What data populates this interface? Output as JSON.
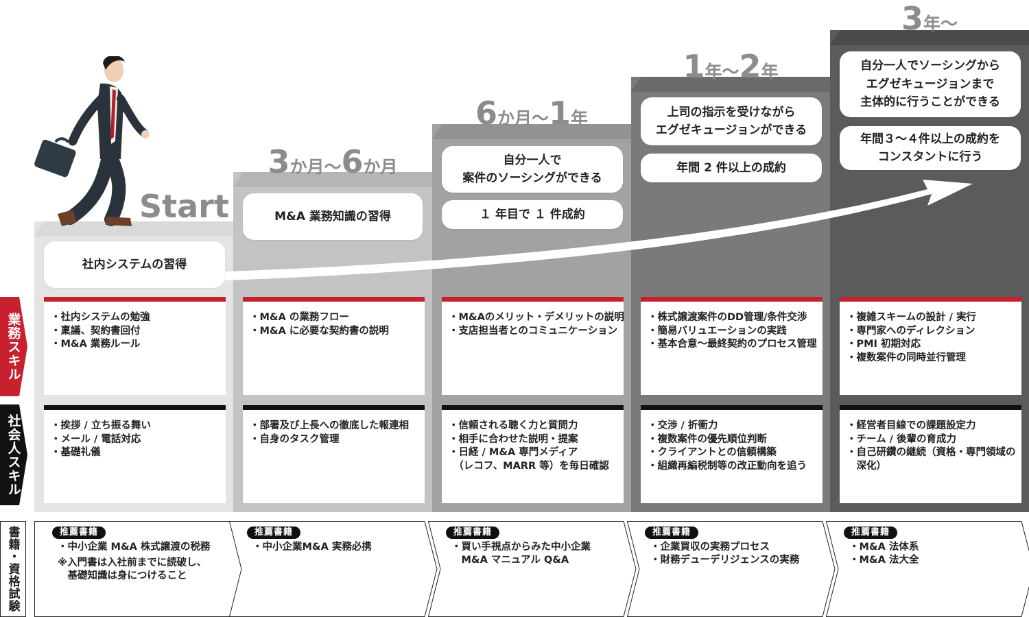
{
  "start_label": "Start",
  "side_labels": {
    "business": "業務スキル",
    "social": "社会人スキル",
    "books": "書籍・資格試験"
  },
  "book_badge": "推薦書籍",
  "steps": [
    {
      "period": {
        "n1": "",
        "u1": "",
        "sep": "",
        "n2": "",
        "u2": ""
      },
      "goals": [
        "社内システムの習得"
      ],
      "business": [
        "・社内システムの勉強",
        "・稟議、契約書回付",
        "・M&A 業務ルール"
      ],
      "social": [
        "・挨拶 / 立ち振る舞い",
        "・メール / 電話対応",
        "・基礎礼儀"
      ],
      "books": [
        "・中小企業 M&A 株式譲渡の税務",
        "※入門書は入社前までに読破し、",
        "　基礎知識は身につけること"
      ]
    },
    {
      "period": {
        "n1": "3",
        "u1": "か月",
        "sep": "～",
        "n2": "6",
        "u2": "か月"
      },
      "goals": [
        "M&A 業務知識の習得"
      ],
      "business": [
        "・M&A の業務フロー",
        "・M&A に必要な契約書の説明"
      ],
      "social": [
        "・部署及び上長への徹底した報連相",
        "・自身のタスク管理"
      ],
      "books": [
        "・中小企業M&A 実務必携"
      ]
    },
    {
      "period": {
        "n1": "6",
        "u1": "か月",
        "sep": "～",
        "n2": "1",
        "u2": "年"
      },
      "goals": [
        "自分一人で\n案件のソーシングができる",
        "１ 年目で １ 件成約"
      ],
      "business": [
        "・M&Aのメリット・デメリットの説明",
        "・支店担当者とのコミュニケーション"
      ],
      "social": [
        "・信頼される聴く力と質問力",
        "・相手に合わせた説明・提案",
        "・日経 / M&A 専門メディア",
        "　（レコフ、MARR 等）を毎日確認"
      ],
      "books": [
        "・買い手視点からみた中小企業",
        "　M&A マニュアル Q&A"
      ]
    },
    {
      "period": {
        "n1": "1",
        "u1": "年",
        "sep": "～",
        "n2": "2",
        "u2": "年"
      },
      "goals": [
        "上司の指示を受けながら\nエグゼキュージョンができる",
        "年間 2 件以上の成約"
      ],
      "business": [
        "・株式譲渡案件のDD管理/条件交渉",
        "・簡易バリュエーションの実践",
        "・基本合意～最終契約のプロセス管理"
      ],
      "social": [
        "・交渉 / 折衝力",
        "・複数案件の優先順位判断",
        "・クライアントとの信頼構築",
        "・組織再編税制等の改正動向を追う"
      ],
      "books": [
        "・企業買収の実務プロセス",
        "・財務デューデリジェンスの実務"
      ]
    },
    {
      "period": {
        "n1": "3",
        "u1": "年",
        "sep": "～",
        "n2": "",
        "u2": ""
      },
      "goals": [
        "自分一人でソーシングから\nエグゼキュージョンまで\n主体的に行うことができる",
        "年間３～４件以上の成約を\nコンスタントに行う"
      ],
      "business": [
        "・複雑スキームの設計 / 実行",
        "・専門家へのディレクション",
        "・PMI 初期対応",
        "・複数案件の同時並行管理"
      ],
      "social": [
        "・経営者目線での課題設定力",
        "・チーム / 後輩の育成力",
        "・自己研鑽の継続（資格・専門領域の",
        "　深化）"
      ],
      "books": [
        "・M&A 法体系",
        "・M&A 法大全"
      ]
    }
  ],
  "colors": {
    "step_fill": [
      "#e4e4e4",
      "#c3c3c3",
      "#a2a2a2",
      "#7a7a7a",
      "#5b5b5b"
    ],
    "step_top": [
      "#d9d9d9",
      "#b5b5b5",
      "#929292",
      "#6a6a6a",
      "#4a4a4a"
    ],
    "business_accent": "#c8202f",
    "social_accent": "#111111",
    "period_text": "#8c8c8c"
  }
}
